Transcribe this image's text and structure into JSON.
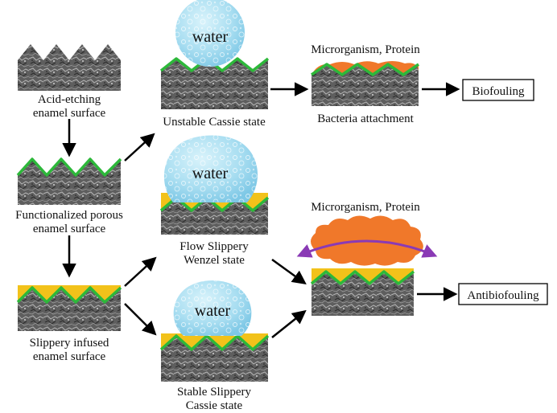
{
  "labels": {
    "acid_etching_1": "Acid-etching",
    "acid_etching_2": "enamel surface",
    "functionalized_1": "Functionalized porous",
    "functionalized_2": "enamel surface",
    "slippery_infused_1": "Slippery infused",
    "slippery_infused_2": "enamel surface",
    "unstable_cassie": "Unstable Cassie state",
    "flow_slippery_1": "Flow Slippery",
    "flow_slippery_2": "Wenzel state",
    "stable_slippery_1": "Stable Slippery",
    "stable_slippery_2": "Cassie state",
    "micro_protein_top": "Microrganism, Protein",
    "bacteria_attachment": "Bacteria attachment",
    "micro_protein_bottom": "Microrganism, Protein",
    "water_1": "water",
    "water_2": "water",
    "water_3": "water"
  },
  "boxes": {
    "biofouling": "Biofouling",
    "antibiofouling": "Antibiofouling"
  },
  "colors": {
    "green_coating": "#2db83a",
    "yellow_lubricant": "#f2c21a",
    "water_blue": "#a9def1",
    "organism_orange": "#f0782a",
    "purple_arrow": "#8a3ab5",
    "enamel_gray": "#6d6d6d"
  }
}
